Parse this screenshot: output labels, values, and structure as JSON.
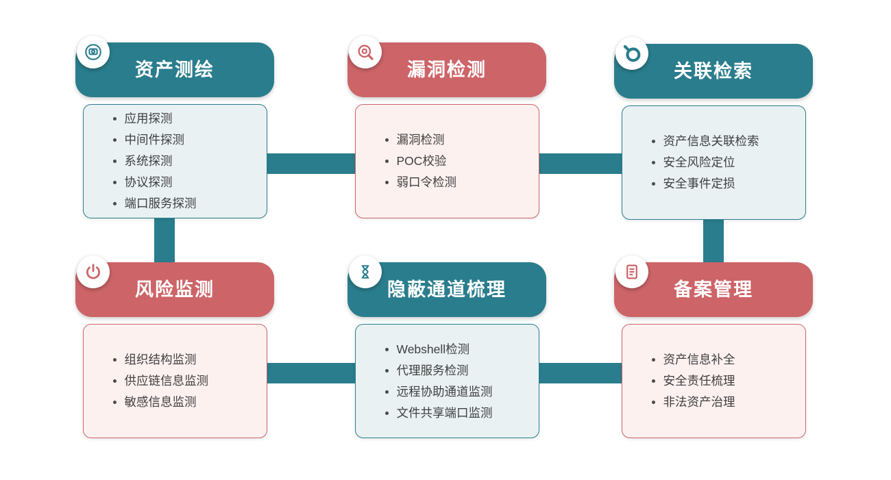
{
  "colors": {
    "teal": "#2a7d8d",
    "rose": "#cd6468",
    "teal_body_bg": "#e9f1f3",
    "rose_body_bg": "#fdf1f0",
    "body_text": "#3f3f3f",
    "connector": "#2a7d8d"
  },
  "modules": [
    {
      "title": "资产测绘",
      "theme": "teal",
      "icon": "camera-icon",
      "items": [
        "应用探测",
        "中间件探测",
        "系统探测",
        "协议探测",
        "端口服务探测"
      ]
    },
    {
      "title": "漏洞检测",
      "theme": "rose",
      "icon": "magnifier-icon",
      "items": [
        "漏洞检测",
        "POC校验",
        "弱口令检测"
      ]
    },
    {
      "title": "关联检索",
      "theme": "teal",
      "icon": "search-icon",
      "items": [
        "资产信息关联检索",
        "安全风险定位",
        "安全事件定损"
      ]
    },
    {
      "title": "风险监测",
      "theme": "rose",
      "icon": "power-icon",
      "items": [
        "组织结构监测",
        "供应链信息监测",
        "敏感信息监测"
      ]
    },
    {
      "title": "隐蔽通道梳理",
      "theme": "teal",
      "icon": "hourglass-icon",
      "items": [
        "Webshell检测",
        "代理服务检测",
        "远程协助通道监测",
        "文件共享端口监测"
      ]
    },
    {
      "title": "备案管理",
      "theme": "rose",
      "icon": "document-icon",
      "items": [
        "资产信息补全",
        "安全责任梳理",
        "非法资产治理"
      ]
    }
  ]
}
